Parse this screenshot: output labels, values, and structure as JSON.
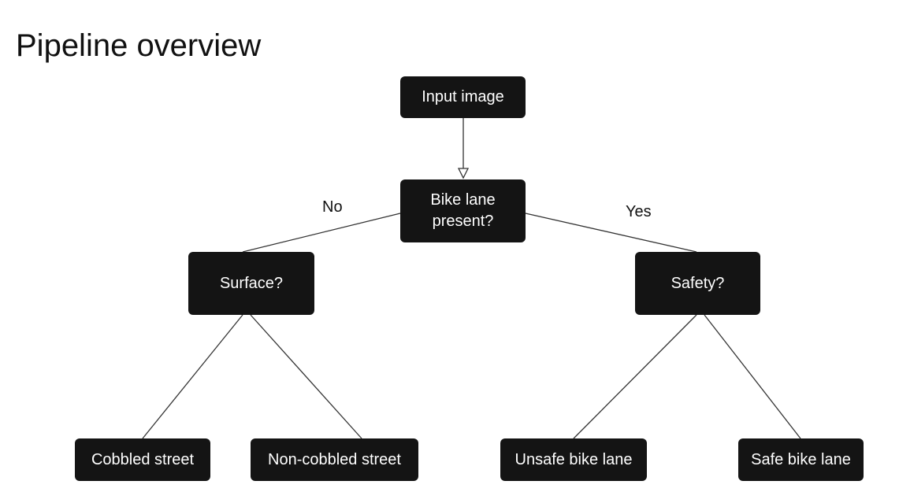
{
  "title": "Pipeline overview",
  "nodes": {
    "input": "Input image",
    "bike_lane": "Bike lane\npresent?",
    "surface": "Surface?",
    "safety": "Safety?",
    "cobbled": "Cobbled street",
    "non_cobbled": "Non-cobbled street",
    "unsafe": "Unsafe bike lane",
    "safe": "Safe bike lane"
  },
  "edge_labels": {
    "no": "No",
    "yes": "Yes"
  },
  "colors": {
    "node_fill": "#141414",
    "node_text": "#ffffff",
    "edge": "#333333"
  }
}
